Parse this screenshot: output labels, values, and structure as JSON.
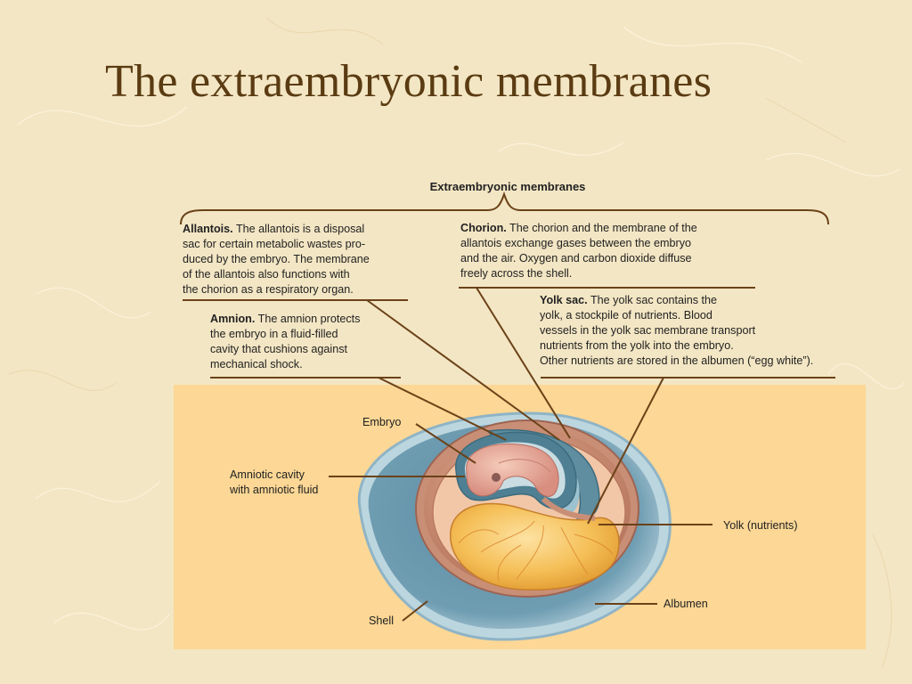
{
  "title": "The extraembryonic membranes",
  "header_label": "Extraembryonic membranes",
  "descriptions": {
    "allantois": {
      "term": "Allantois.",
      "lines": [
        "The allantois is a disposal",
        "sac for certain metabolic wastes pro-",
        "duced by the embryo. The membrane",
        "of the allantois also functions with",
        "the chorion as a respiratory organ."
      ]
    },
    "chorion": {
      "term": "Chorion.",
      "lines": [
        "The chorion and the membrane of the",
        "allantois exchange gases between the embryo",
        "and the air. Oxygen and carbon dioxide diffuse",
        "freely across the shell."
      ]
    },
    "amnion": {
      "term": "Amnion.",
      "lines": [
        "The amnion protects",
        "the embryo in a fluid-filled",
        "cavity that cushions against",
        "mechanical shock."
      ]
    },
    "yolk_sac": {
      "term": "Yolk sac.",
      "lines": [
        "The yolk sac contains the",
        "yolk, a stockpile of nutrients. Blood",
        "vessels in the yolk sac membrane transport",
        "nutrients from the yolk into the embryo.",
        "Other nutrients are stored in the albumen (“egg white”)."
      ]
    }
  },
  "labels": {
    "embryo": "Embryo",
    "amniotic_cavity_1": "Amniotic cavity",
    "amniotic_cavity_2": "with amniotic fluid",
    "yolk": "Yolk (nutrients)",
    "albumen": "Albumen",
    "shell": "Shell"
  },
  "colors": {
    "title": "#5a3b12",
    "background": "#f3e6c4",
    "panel": "#fcd795",
    "leader_line": "#6b4218",
    "shell": "#8fb4c6",
    "yolk": "#f2b545"
  }
}
